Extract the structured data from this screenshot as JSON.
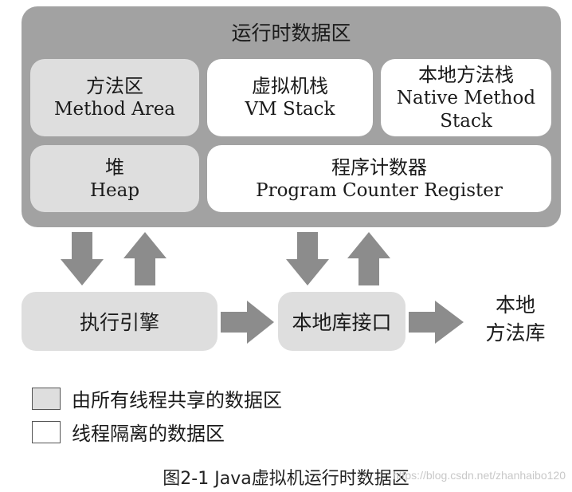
{
  "runtime_area": {
    "title": "运行时数据区",
    "method_area": {
      "zh": "方法区",
      "en": "Method Area"
    },
    "vm_stack": {
      "zh": "虚拟机栈",
      "en": "VM Stack"
    },
    "native_method_stack": {
      "zh": "本地方法栈",
      "en_line1": "Native Method",
      "en_line2": "Stack"
    },
    "heap": {
      "zh": "堆",
      "en": "Heap"
    },
    "pc_register": {
      "zh": "程序计数器",
      "en": "Program Counter Register"
    }
  },
  "flow": {
    "execution_engine": "执行引擎",
    "native_interface": "本地库接口",
    "native_library_line1": "本地",
    "native_library_line2": "方法库"
  },
  "legend": {
    "shared": "由所有线程共享的数据区",
    "isolated": "线程隔离的数据区"
  },
  "colors": {
    "runtime_background": "#a2a2a2",
    "shared_region": "#dedede",
    "isolated_region": "#ffffff",
    "arrow": "#8c8c8c"
  },
  "caption": "图2-1 Java虚拟机运行时数据区",
  "watermark": "https://blog.csdn.net/zhanhaibo120"
}
